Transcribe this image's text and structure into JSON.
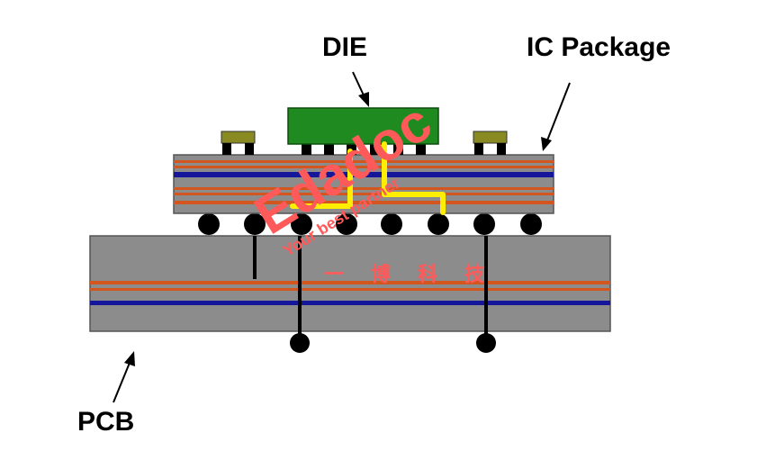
{
  "labels": {
    "die": "DIE",
    "ic_package": "IC Package",
    "pcb": "PCB"
  },
  "watermark": {
    "brand": "Edadoc",
    "slogan": "Your best partner",
    "chinese": "一博科技"
  },
  "colors": {
    "die": "#1f8a1f",
    "substrate": "#8c8c8c",
    "signal_layer": "#d2561e",
    "power_layer": "#16169a",
    "trace": "#ffee00",
    "passive": "#8a8a22",
    "solder": "#000000"
  }
}
